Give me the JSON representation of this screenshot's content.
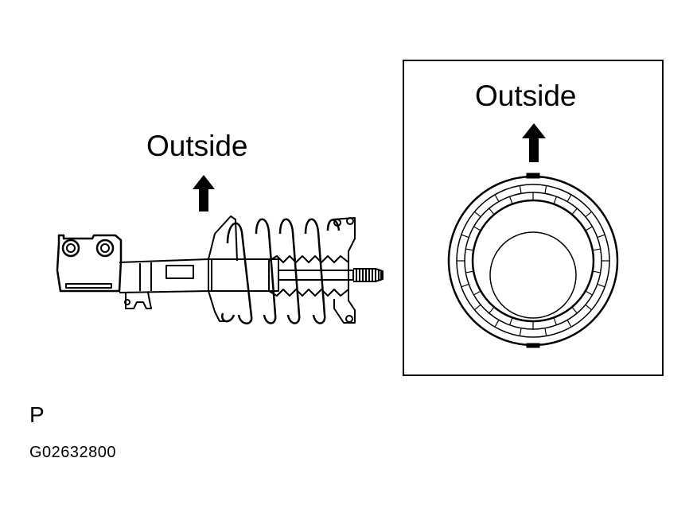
{
  "diagram": {
    "left_view": {
      "direction_label": "Outside"
    },
    "right_view": {
      "direction_label": "Outside"
    },
    "view_code": "P",
    "figure_code": "G02632800"
  }
}
